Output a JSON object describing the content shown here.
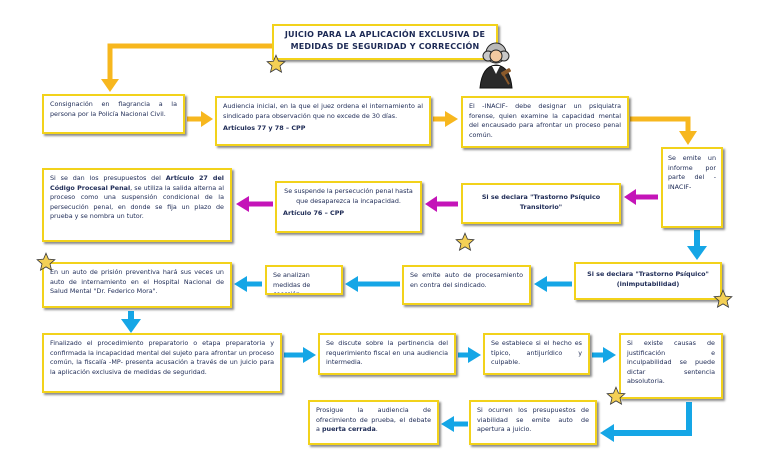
{
  "title": {
    "line1": "JUICIO PARA LA APLICACIÓN EXCLUSIVA DE",
    "line2": "MEDIDAS DE SEGURIDAD Y CORRECCIÓN"
  },
  "boxes": {
    "consignacion": "Consignación en flagrancia a la persona por la Policía Nacional Civil.",
    "audiencia_inicial": "Audiencia inicial, en la que el juez ordena el internamiento al sindicado para observación que no excede de 30 días.",
    "audiencia_inicial_ref": "Artículos 77 y 78 – CPP",
    "inacif": "El -INACIF- debe designar un psiquiatra forense, quien examine la capacidad mental del encausado para afrontar un proceso penal común.",
    "emite_informe": "Se emite un informe por parte del -INACIF-",
    "transitorio": "Si se declara \"Trastorno Psíquico Transitorio\"",
    "suspende": "Se suspende la persecución penal hasta que desaparezca la incapacidad.",
    "suspende_ref": "Artículo 76 – CPP",
    "articulo27_pre": "Si se dan los presupuestos del ",
    "articulo27_bold": "Artículo 27 del Código Procesal Penal",
    "articulo27_post": ", se utiliza la salida alterna al proceso como una suspensión condicional de la persecución penal, en donde se fija un plazo de prueba y se nombra un tutor.",
    "inimputabilidad": "Si se declara \"Trastorno Psíquico\" (inimputabilidad)",
    "auto_procesamiento": "Se emite auto de procesamiento en contra del sindicado.",
    "medidas_coercion": "Se analizan medidas de coerción.",
    "prision_preventiva": "En un auto de prisión preventiva hará sus veces un auto de internamiento en el Hospital Nacional de Salud Mental \"Dr. Federico Mora\".",
    "procedimiento_preparatorio": "Finalizado el procedimiento preparatorio o etapa preparatoria y confirmada la incapacidad mental del sujeto para afrontar un proceso común, la fiscalía -MP- presenta acusación a través de un juicio para la aplicación exclusiva de medidas de seguridad.",
    "pertinencia": "Se discute sobre la pertinencia del requerimiento fiscal en una audiencia intermedia.",
    "tipico": "Se establece si el hecho es típico, antijurídico y culpable.",
    "justificacion": "Si existe causas de justificación e inculpabilidad se puede dictar sentencia absolutoria.",
    "presupuestos_viabilidad": "Si ocurren los presupuestos de viabilidad se emite auto de apertura a juicio.",
    "ofrecimiento_pre": "Prosigue la audiencia de ofrecimiento de prueba, el debate a ",
    "ofrecimiento_bold": "puerta cerrada",
    "ofrecimiento_post": "."
  },
  "colors": {
    "border": "#f2d21b",
    "arrow_yellow": "#f7b71e",
    "arrow_blue": "#15a6e6",
    "arrow_magenta": "#c414b8",
    "star": "#f4d055",
    "text": "#1d2a55"
  },
  "icons": [
    "star-icon",
    "judge-icon"
  ]
}
